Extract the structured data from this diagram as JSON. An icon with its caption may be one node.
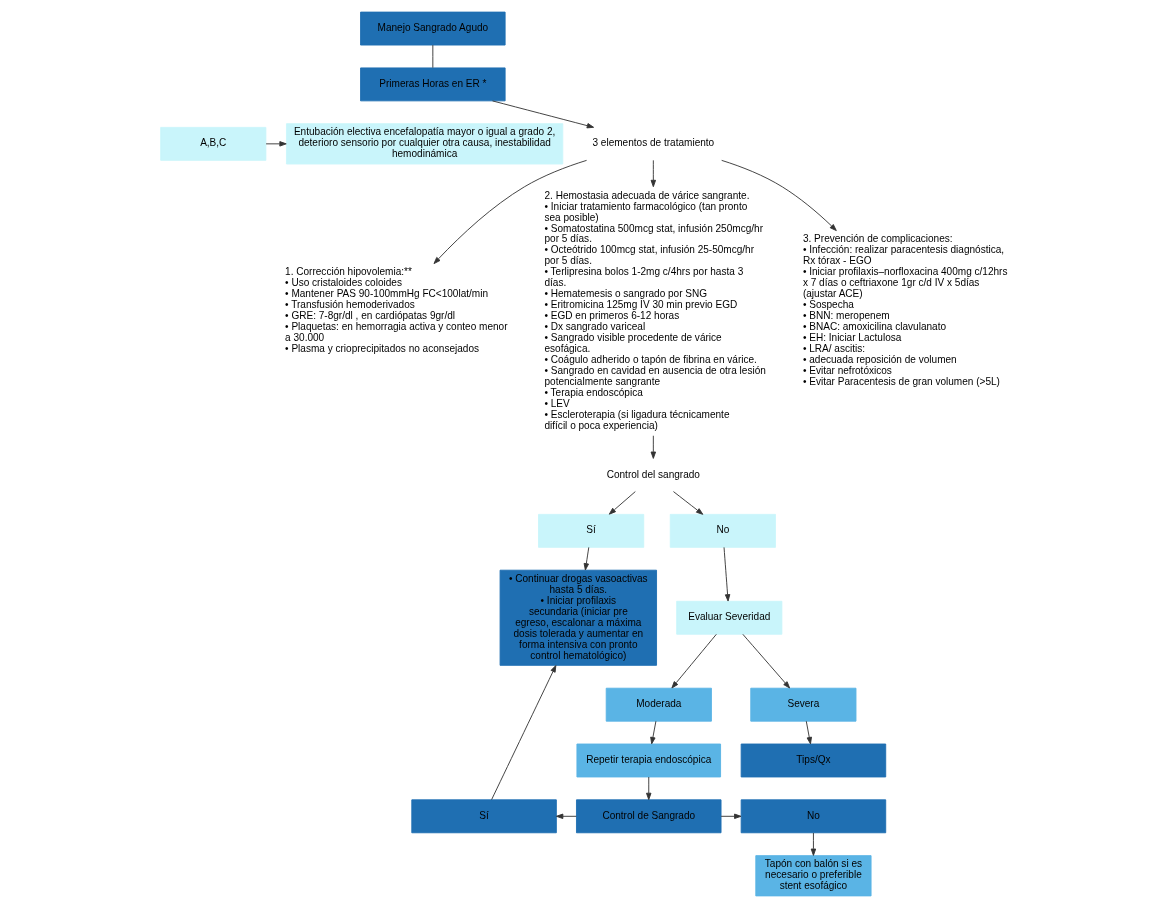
{
  "diagram": {
    "nodes": [
      {
        "text": [
          "Manejo Sangrado Agudo"
        ]
      },
      {
        "text": [
          "Primeras Horas en ER *"
        ]
      },
      {
        "text": [
          "A,B,C"
        ]
      },
      {
        "text": [
          "Entubación electiva encefalopatía mayor o igual a grado 2, deterioro sensorio por cualquier otra causa, inestabilidad hemodinámica"
        ]
      },
      {
        "text": [
          "3 elementos de tratamiento"
        ]
      },
      {
        "text": [
          "1. Corrección hipovolemia:**",
          "• Uso cristaloides coloides",
          "• Mantener PAS 90-100mmHg FC<100lat/min",
          "• Transfusión hemoderivados",
          "• GRE: 7-8gr/dl , en cardiópatas 9gr/dl",
          "• Plaquetas: en hemorragia activa y conteo menor a 30.000",
          "• Plasma y crioprecipitados no aconsejados"
        ]
      },
      {
        "text": [
          "2. Hemostasia adecuada de várice sangrante.",
          "• Iniciar tratamiento farmacológico (tan pronto sea posible)",
          "• Somatostatina 500mcg stat, infusión 250mcg/hr por 5 días.",
          "• Octeótrido 100mcg stat, infusión 25-50mcg/hr por 5 días.",
          "• Terlipresina bolos 1-2mg c/4hrs por hasta 3 días.",
          "• Hematemesis o sangrado por SNG",
          "• Eritromicina 125mg IV 30 min previo EGD",
          "• EGD en primeros 6-12 horas",
          "• Dx sangrado variceal",
          "• Sangrado visible procedente de várice esofágica.",
          "• Coágulo adherido o tapón de fibrina en várice.",
          "• Sangrado en cavidad en ausencia de otra lesión potencialmente sangrante",
          "• Terapia endoscópica",
          "• LEV",
          "• Escleroterapia (si ligadura técnicamente difícil o poca experiencia)"
        ]
      },
      {
        "text": [
          "3. Prevención de complicaciones:",
          "• Infección: realizar paracentesis diagnóstica, Rx tórax - EGO",
          "• Iniciar profilaxis–norfloxacina 400mg c/12hrs x 7 días o ceftriaxone 1gr c/d IV x 5días (ajustar ACE)",
          "• Sospecha",
          "• BNN: meropenem",
          "• BNAC: amoxicilina clavulanato",
          "• EH: Iniciar Lactulosa",
          "• LRA/ ascitis:",
          "• adecuada reposición de volumen",
          "• Evitar nefrotóxicos",
          "• Evitar Paracentesis de gran volumen (>5L)"
        ]
      },
      {
        "text": [
          "Control del sangrado"
        ]
      },
      {
        "text": [
          "Sí"
        ]
      },
      {
        "text": [
          "• Continuar drogas vasoactivas hasta 5 días.",
          "• Iniciar profilaxis secundaria (iniciar pre egreso, escalonar a máxima dosis tolerada y aumentar en forma intensiva con pronto control hematológico)"
        ]
      },
      {
        "text": [
          "No"
        ]
      },
      {
        "text": [
          "Evaluar Severidad"
        ]
      },
      {
        "text": [
          "Moderada"
        ]
      },
      {
        "text": [
          "Severa"
        ]
      },
      {
        "text": [
          "Repetir terapia endoscópica"
        ]
      },
      {
        "text": [
          "Control de Sangrado"
        ]
      },
      {
        "text": [
          "Sí"
        ]
      },
      {
        "text": [
          "No"
        ]
      },
      {
        "text": [
          "Tapón con balón si es necesario o preferible stent esofágico"
        ]
      },
      {
        "text": [
          "Tips/Qx"
        ]
      }
    ],
    "edges": [
      {
        "from": 0,
        "to": 1,
        "arrow": "none"
      },
      {
        "from": 1,
        "to": 4,
        "arrow": "to"
      },
      {
        "from": 2,
        "to": 3,
        "arrow": "to"
      },
      {
        "from": 4,
        "to": 5,
        "arrow": "to"
      },
      {
        "from": 4,
        "to": 6,
        "arrow": "to"
      },
      {
        "from": 4,
        "to": 7,
        "arrow": "to"
      },
      {
        "from": 6,
        "to": 8,
        "arrow": "to"
      },
      {
        "from": 8,
        "to": 9,
        "arrow": "to"
      },
      {
        "from": 8,
        "to": 11,
        "arrow": "to"
      },
      {
        "from": 9,
        "to": 10,
        "arrow": "to"
      },
      {
        "from": 11,
        "to": 12,
        "arrow": "to"
      },
      {
        "from": 12,
        "to": 13,
        "arrow": "to"
      },
      {
        "from": 12,
        "to": 14,
        "arrow": "to"
      },
      {
        "from": 13,
        "to": 15,
        "arrow": "to"
      },
      {
        "from": 15,
        "to": 16,
        "arrow": "to"
      },
      {
        "from": 16,
        "to": 17,
        "arrow": "to"
      },
      {
        "from": 16,
        "to": 18,
        "arrow": "to"
      },
      {
        "from": 17,
        "to": 10,
        "arrow": "to"
      },
      {
        "from": 18,
        "to": 19,
        "arrow": "to"
      },
      {
        "from": 14,
        "to": 20,
        "arrow": "to"
      }
    ]
  }
}
